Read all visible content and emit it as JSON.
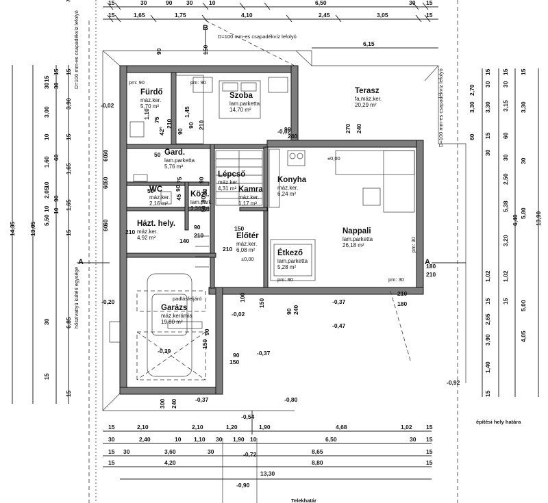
{
  "rooms": [
    {
      "name": "Fürdő",
      "finish": "máz.ker.",
      "area": "5,70 m²"
    },
    {
      "name": "Szoba",
      "finish": "lam.parketta",
      "area": "14,70 m²"
    },
    {
      "name": "Terasz",
      "finish": "fa,máz.ker.",
      "area": "20,29 m²"
    },
    {
      "name": "Gard.",
      "finish": "lam.parketta",
      "area": "5,76 m²"
    },
    {
      "name": "Lépcső",
      "finish": "máz.ker.",
      "area": "4,31 m²"
    },
    {
      "name": "Konyha",
      "finish": "máz.ker.",
      "area": "6,24 m²"
    },
    {
      "name": "Kamra",
      "finish": "máz.ker.",
      "area": "1,17 m²"
    },
    {
      "name": "WC",
      "finish": "máz.ker.",
      "area": "2,16 m²"
    },
    {
      "name": "Közl.",
      "finish": "lam.park.",
      "area": "3,36 m²"
    },
    {
      "name": "Házt. hely.",
      "finish": "máz.ker.",
      "area": "4,92 m²"
    },
    {
      "name": "Nappali",
      "finish": "lam.parketta",
      "area": "26,18 m²"
    },
    {
      "name": "Előtér",
      "finish": "máz.ker.",
      "area": "6,08 m²"
    },
    {
      "name": "Étkező",
      "finish": "lam.parketta",
      "area": "5,28 m²"
    },
    {
      "name": "Garázs",
      "finish": "máz.kerámia",
      "area": "19,80 m²"
    }
  ],
  "notes": {
    "downpipe": "D=100 mm-es csapadékvíz lefolyó",
    "downpipe_left": "D=100 mm-es csapadékvíz lefolyó",
    "downpipe_right": "D=100 mm-es csapadékvíz lefolyó",
    "heatpump": "hőszivattyú kültéri egysége",
    "attic": "padlásfeljáró",
    "boundary_top": "Telekhatár",
    "boundary_bottom": "Telekhatár",
    "building_zone": "építési hely határa",
    "section_a": "A",
    "section_b": "B",
    "zero": "±0,00",
    "zero2": "±0,00",
    "pm90": "pm: 90",
    "pm90b": "pm: 90",
    "pm90c": "pm: 90",
    "pm30": "pm: 30",
    "pm30b": "pm: 30"
  },
  "levels": [
    "-0,02",
    "-0,02",
    "-0,20",
    "-0,02",
    "-0,37",
    "-0,47",
    "-0,37",
    "-0,39",
    "-0,37",
    "-0,54",
    "-0,72",
    "-0,80",
    "-0,92",
    "-0,90"
  ],
  "top_dims": {
    "row1": [
      "15",
      "30",
      "90",
      "30",
      "10",
      "6,50",
      "30",
      "15"
    ],
    "row2": [
      "15",
      "1,65",
      "1,75",
      "4,10",
      "2,45",
      "3,05",
      "15"
    ],
    "terrace": "6,15"
  },
  "bottom_dims": {
    "row1": [
      "15",
      "2,10",
      "2,10",
      "1,20",
      "1,90",
      "4,68",
      "1,02",
      "15"
    ],
    "row2": [
      "30",
      "2,40",
      "10",
      "1,10",
      "30",
      "1,90",
      "10",
      "6,50",
      "30",
      "15"
    ],
    "row3": [
      "15",
      "30",
      "3,60",
      "30",
      "8,65",
      "15"
    ],
    "row4": [
      "15",
      "4,20",
      "8,80",
      "15"
    ],
    "total": "13,30"
  },
  "left_dims": {
    "total1": "14,35",
    "total2": "13,05",
    "chain1": [
      "15",
      "30",
      "3,00",
      "10",
      "1,60",
      "10",
      "2,05",
      "10",
      "5,50",
      "30",
      "15"
    ],
    "chain2": [
      "15",
      "3,90",
      "15",
      "1,65",
      "1,65",
      "15",
      "6,85",
      "15"
    ],
    "chain3": [
      "15",
      "30",
      "90",
      "10",
      "60"
    ]
  },
  "right_dims": {
    "total1": "13,90",
    "total2": "6,40",
    "chain1": [
      "15",
      "30",
      "3,30",
      "15",
      "30",
      "1,02",
      "15",
      "2,65",
      "3,90",
      "1,40",
      "15"
    ],
    "chain2": [
      "15",
      "30",
      "3,15",
      "60",
      "30",
      "2,50",
      "5,38",
      "3,20",
      "1,02",
      "15"
    ],
    "chain3": [
      "15",
      "3,30",
      "30",
      "5,80",
      "4,05",
      "5,00"
    ],
    "inner": [
      "3,30",
      "2,70",
      "60"
    ]
  },
  "openings": [
    "90",
    "150",
    "90",
    "240",
    "270",
    "240",
    "180",
    "210",
    "75",
    "210",
    "90",
    "210",
    "60",
    "60",
    "60",
    "60",
    "60",
    "60",
    "90",
    "210",
    "100",
    "150",
    "90",
    "150",
    "180",
    "210",
    "90",
    "240",
    "300",
    "240",
    "150",
    "90",
    "150",
    "1,45",
    "1,10",
    "42°",
    "90",
    "75",
    "90",
    "45",
    "90",
    "50",
    "50",
    "50",
    "50",
    "90",
    "210",
    "140",
    "210"
  ]
}
